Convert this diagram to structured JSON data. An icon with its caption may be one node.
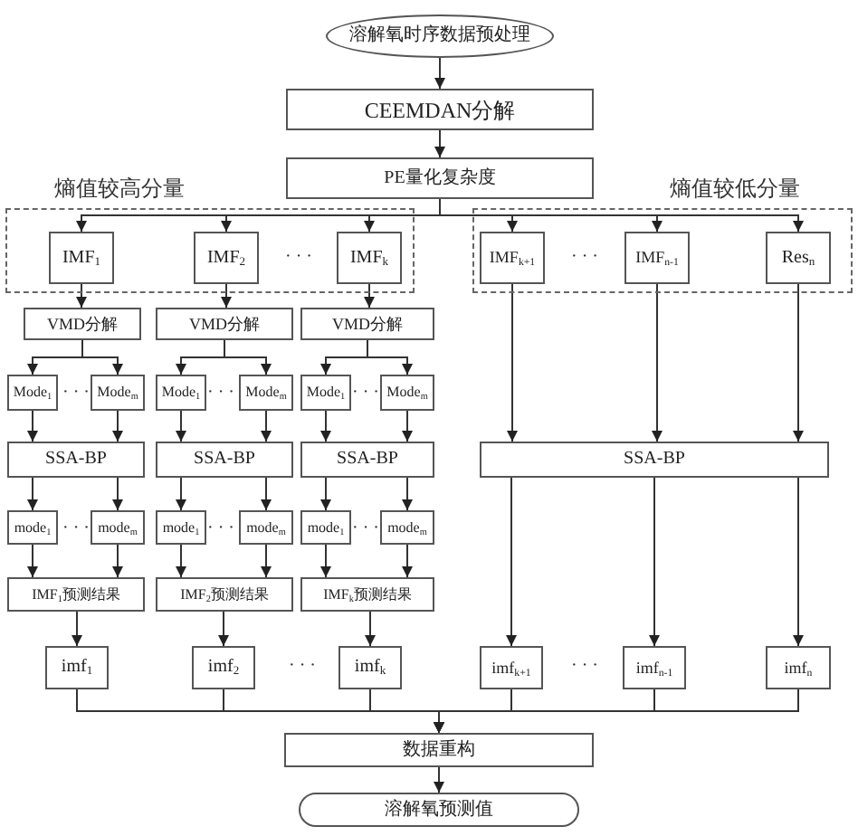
{
  "diagram": {
    "nodes": [
      {
        "text": [
          "溶解氧时序数据预处理"
        ]
      },
      {
        "text": [
          "CEEMDAN分解"
        ]
      },
      {
        "text": [
          "PE量化复杂度"
        ]
      },
      {
        "text": [
          "熵值较高分量"
        ]
      },
      {
        "text": [
          "IMF$_{1}$"
        ],
        "in": 3
      },
      {
        "text": [
          "IMF$_{2}$"
        ],
        "in": 3
      },
      {
        "text": [
          "IMF$_{k}$"
        ],
        "in": 3
      },
      {
        "text": [
          "熵值较低分量"
        ]
      },
      {
        "text": [
          "IMF$_{k+1}$"
        ],
        "in": 7
      },
      {
        "text": [
          "IMF$_{n-1}$"
        ],
        "in": 7
      },
      {
        "text": [
          "Res$_{n}$"
        ],
        "in": 7
      },
      {
        "text": [
          "VMD分解"
        ]
      },
      {
        "text": [
          "VMD分解"
        ]
      },
      {
        "text": [
          "VMD分解"
        ]
      },
      {
        "text": [
          "Mode$_{1}$"
        ]
      },
      {
        "text": [
          "Mode$_{m}$"
        ]
      },
      {
        "text": [
          "Mode$_{1}$"
        ]
      },
      {
        "text": [
          "Mode$_{m}$"
        ]
      },
      {
        "text": [
          "Mode$_{1}$"
        ]
      },
      {
        "text": [
          "Mode$_{m}$"
        ]
      },
      {
        "text": [
          "SSA-BP"
        ]
      },
      {
        "text": [
          "SSA-BP"
        ]
      },
      {
        "text": [
          "SSA-BP"
        ]
      },
      {
        "text": [
          "SSA-BP"
        ]
      },
      {
        "text": [
          "mode$_{1}$"
        ]
      },
      {
        "text": [
          "mode$_{m}$"
        ]
      },
      {
        "text": [
          "mode$_{1}$"
        ]
      },
      {
        "text": [
          "mode$_{m}$"
        ]
      },
      {
        "text": [
          "mode$_{1}$"
        ]
      },
      {
        "text": [
          "mode$_{m}$"
        ]
      },
      {
        "text": [
          "IMF$_{1}$预测结果"
        ]
      },
      {
        "text": [
          "IMF$_{2}$预测结果"
        ]
      },
      {
        "text": [
          "IMF$_{k}$预测结果"
        ]
      },
      {
        "text": [
          "imf$_{1}$"
        ]
      },
      {
        "text": [
          "imf$_{2}$"
        ]
      },
      {
        "text": [
          "imf$_{k}$"
        ]
      },
      {
        "text": [
          "imf$_{k+1}$"
        ]
      },
      {
        "text": [
          "imf$_{n-1}$"
        ]
      },
      {
        "text": [
          "imf$_{n}$"
        ]
      },
      {
        "text": [
          "数据重构"
        ]
      },
      {
        "text": [
          "溶解氧预测值"
        ]
      }
    ],
    "edges": [
      {
        "from": 0,
        "to": 1,
        "arrow": "to"
      },
      {
        "from": 1,
        "to": 2,
        "arrow": "to"
      },
      {
        "from": 2,
        "to": 4,
        "arrow": "to"
      },
      {
        "from": 2,
        "to": 5,
        "arrow": "to"
      },
      {
        "from": 2,
        "to": 6,
        "arrow": "to"
      },
      {
        "from": 2,
        "to": 8,
        "arrow": "to"
      },
      {
        "from": 2,
        "to": 9,
        "arrow": "to"
      },
      {
        "from": 2,
        "to": 10,
        "arrow": "to"
      },
      {
        "from": 4,
        "to": 11,
        "arrow": "to"
      },
      {
        "from": 5,
        "to": 12,
        "arrow": "to"
      },
      {
        "from": 6,
        "to": 13,
        "arrow": "to"
      },
      {
        "from": 11,
        "to": 14,
        "arrow": "to"
      },
      {
        "from": 11,
        "to": 15,
        "arrow": "to"
      },
      {
        "from": 12,
        "to": 16,
        "arrow": "to"
      },
      {
        "from": 12,
        "to": 17,
        "arrow": "to"
      },
      {
        "from": 13,
        "to": 18,
        "arrow": "to"
      },
      {
        "from": 13,
        "to": 19,
        "arrow": "to"
      },
      {
        "from": 14,
        "to": 20,
        "arrow": "to"
      },
      {
        "from": 15,
        "to": 20,
        "arrow": "to"
      },
      {
        "from": 16,
        "to": 21,
        "arrow": "to"
      },
      {
        "from": 17,
        "to": 21,
        "arrow": "to"
      },
      {
        "from": 18,
        "to": 22,
        "arrow": "to"
      },
      {
        "from": 19,
        "to": 22,
        "arrow": "to"
      },
      {
        "from": 8,
        "to": 23,
        "arrow": "to"
      },
      {
        "from": 9,
        "to": 23,
        "arrow": "to"
      },
      {
        "from": 10,
        "to": 23,
        "arrow": "to"
      },
      {
        "from": 20,
        "to": 24,
        "arrow": "to"
      },
      {
        "from": 20,
        "to": 25,
        "arrow": "to"
      },
      {
        "from": 21,
        "to": 26,
        "arrow": "to"
      },
      {
        "from": 21,
        "to": 27,
        "arrow": "to"
      },
      {
        "from": 22,
        "to": 28,
        "arrow": "to"
      },
      {
        "from": 22,
        "to": 29,
        "arrow": "to"
      },
      {
        "from": 24,
        "to": 30,
        "arrow": "to"
      },
      {
        "from": 25,
        "to": 30,
        "arrow": "to"
      },
      {
        "from": 26,
        "to": 31,
        "arrow": "to"
      },
      {
        "from": 27,
        "to": 31,
        "arrow": "to"
      },
      {
        "from": 28,
        "to": 32,
        "arrow": "to"
      },
      {
        "from": 29,
        "to": 32,
        "arrow": "to"
      },
      {
        "from": 30,
        "to": 33,
        "arrow": "to"
      },
      {
        "from": 31,
        "to": 34,
        "arrow": "to"
      },
      {
        "from": 32,
        "to": 35,
        "arrow": "to"
      },
      {
        "from": 23,
        "to": 36,
        "arrow": "to"
      },
      {
        "from": 23,
        "to": 37,
        "arrow": "to"
      },
      {
        "from": 23,
        "to": 38,
        "arrow": "to"
      },
      {
        "from": 33,
        "to": 39,
        "arrow": "to"
      },
      {
        "from": 34,
        "to": 39,
        "arrow": "to"
      },
      {
        "from": 35,
        "to": 39,
        "arrow": "to"
      },
      {
        "from": 36,
        "to": 39,
        "arrow": "to"
      },
      {
        "from": 37,
        "to": 39,
        "arrow": "to"
      },
      {
        "from": 38,
        "to": 39,
        "arrow": "to"
      },
      {
        "from": 39,
        "to": 40,
        "arrow": "to"
      }
    ],
    "labels": [
      "· · ·",
      "· · ·",
      "· · ·",
      "· · ·",
      "· · ·",
      "· · ·",
      "· · ·",
      "· · ·",
      "· · ·",
      "· · ·"
    ]
  }
}
